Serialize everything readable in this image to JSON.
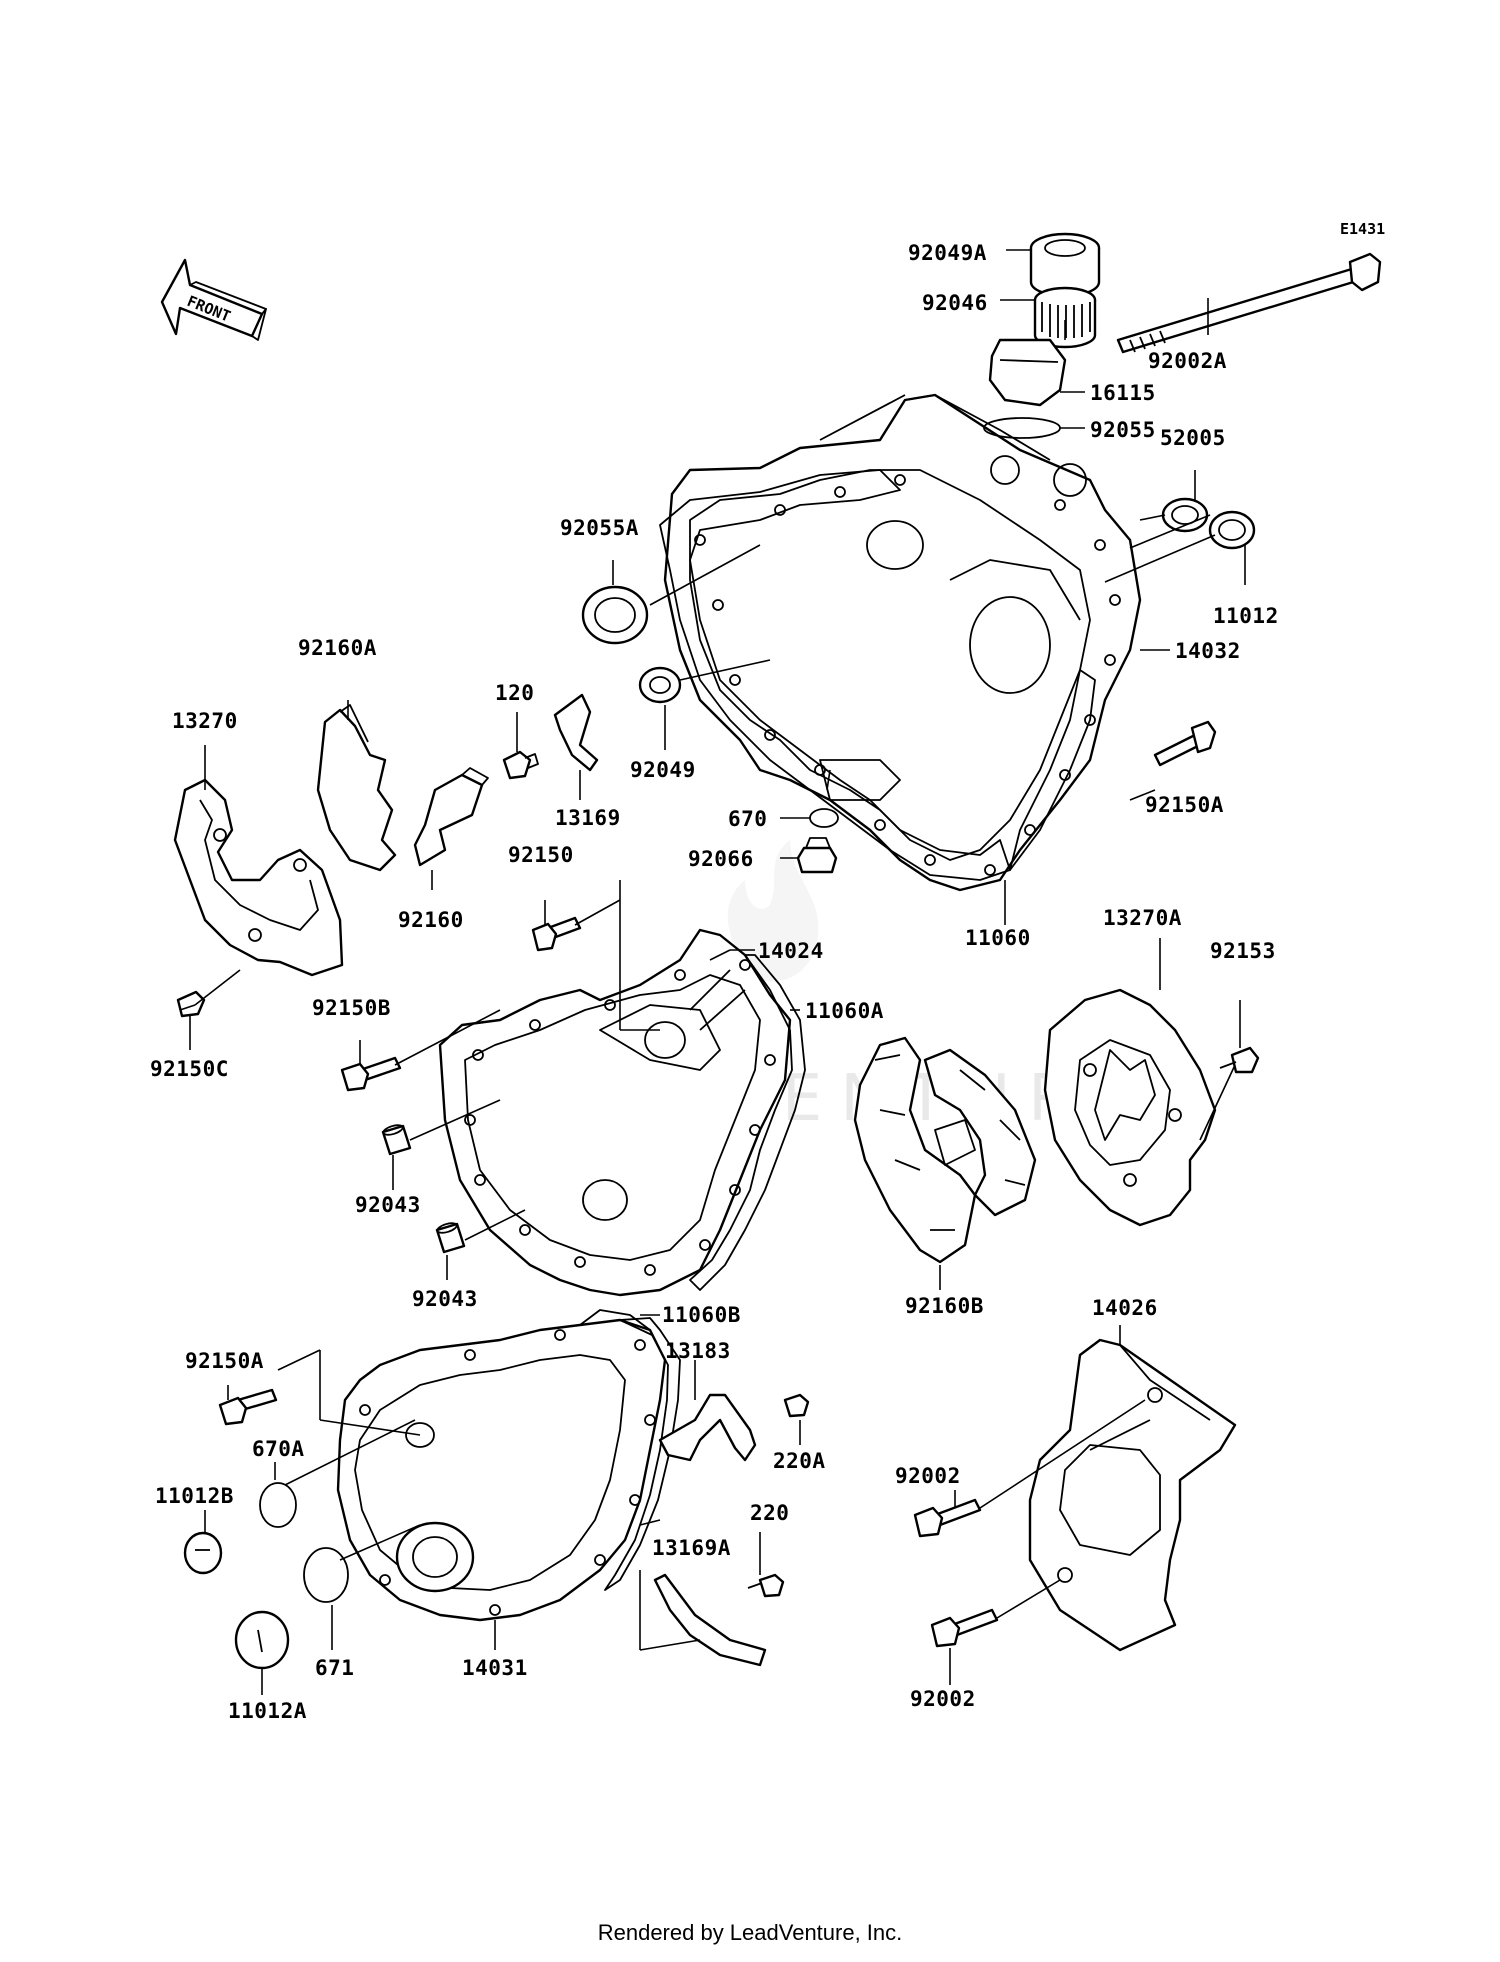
{
  "diagram": {
    "ref_code": "E1431",
    "front_badge": "FRONT",
    "watermark": "LEADVENTURE",
    "footer": "Rendered by LeadVenture, Inc.",
    "labels": [
      {
        "id": "l-92049A",
        "text": "92049A"
      },
      {
        "id": "l-92046",
        "text": "92046"
      },
      {
        "id": "l-92002A",
        "text": "92002A"
      },
      {
        "id": "l-16115",
        "text": "16115"
      },
      {
        "id": "l-92055",
        "text": "92055"
      },
      {
        "id": "l-52005",
        "text": "52005"
      },
      {
        "id": "l-92055A",
        "text": "92055A"
      },
      {
        "id": "l-11012",
        "text": "11012"
      },
      {
        "id": "l-14032",
        "text": "14032"
      },
      {
        "id": "l-92160A",
        "text": "92160A"
      },
      {
        "id": "l-120",
        "text": "120"
      },
      {
        "id": "l-13270",
        "text": "13270"
      },
      {
        "id": "l-92049",
        "text": "92049"
      },
      {
        "id": "l-13169",
        "text": "13169"
      },
      {
        "id": "l-92150A-1",
        "text": "92150A"
      },
      {
        "id": "l-670",
        "text": "670"
      },
      {
        "id": "l-92066",
        "text": "92066"
      },
      {
        "id": "l-92150",
        "text": "92150"
      },
      {
        "id": "l-92160",
        "text": "92160"
      },
      {
        "id": "l-11060",
        "text": "11060"
      },
      {
        "id": "l-13270A",
        "text": "13270A"
      },
      {
        "id": "l-92153",
        "text": "92153"
      },
      {
        "id": "l-14024",
        "text": "14024"
      },
      {
        "id": "l-92150C",
        "text": "92150C"
      },
      {
        "id": "l-92150B",
        "text": "92150B"
      },
      {
        "id": "l-11060A",
        "text": "11060A"
      },
      {
        "id": "l-92043-1",
        "text": "92043"
      },
      {
        "id": "l-92043-2",
        "text": "92043"
      },
      {
        "id": "l-92160B",
        "text": "92160B"
      },
      {
        "id": "l-14026",
        "text": "14026"
      },
      {
        "id": "l-11060B",
        "text": "11060B"
      },
      {
        "id": "l-92150A-2",
        "text": "92150A"
      },
      {
        "id": "l-13183",
        "text": "13183"
      },
      {
        "id": "l-670A",
        "text": "670A"
      },
      {
        "id": "l-220A",
        "text": "220A"
      },
      {
        "id": "l-11012B",
        "text": "11012B"
      },
      {
        "id": "l-92002-1",
        "text": "92002"
      },
      {
        "id": "l-220",
        "text": "220"
      },
      {
        "id": "l-13169A",
        "text": "13169A"
      },
      {
        "id": "l-671",
        "text": "671"
      },
      {
        "id": "l-92002-2",
        "text": "92002"
      },
      {
        "id": "l-11012A",
        "text": "11012A"
      },
      {
        "id": "l-14031",
        "text": "14031"
      }
    ]
  }
}
